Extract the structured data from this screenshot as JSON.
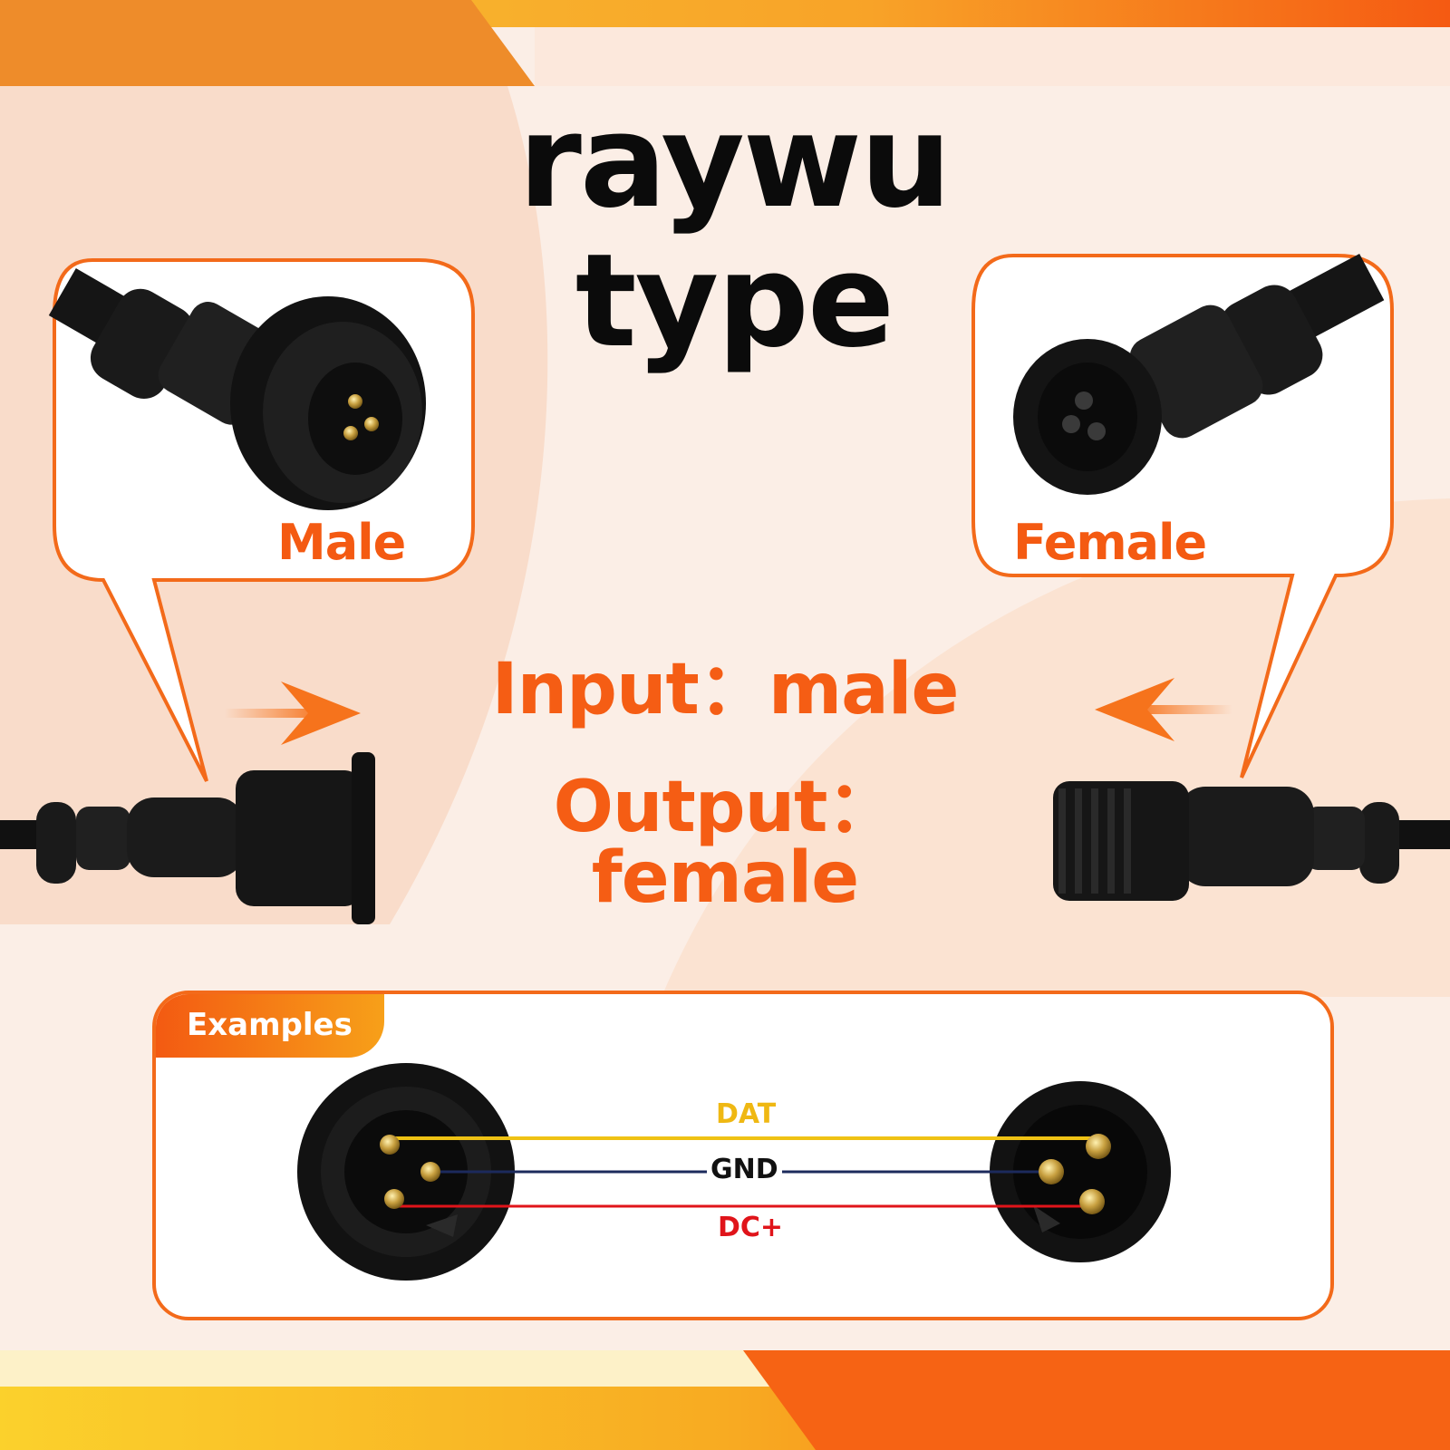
{
  "title": {
    "line1": "raywu",
    "line2": "type"
  },
  "callouts": {
    "male": "Male",
    "female": "Female"
  },
  "io": {
    "input": "Input：male",
    "output": "Output：female"
  },
  "examples": {
    "label": "Examples",
    "wires": {
      "dat": "DAT",
      "gnd": "GND",
      "dc": "DC+"
    }
  },
  "colors": {
    "accent": "#f45a12",
    "dat": "#efc214",
    "gnd": "#1c2a5c",
    "dc": "#e0141a"
  }
}
